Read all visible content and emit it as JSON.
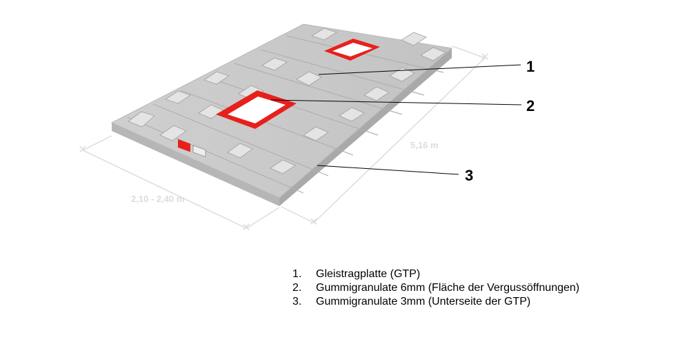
{
  "dimensions": {
    "width_label": "2,10 - 2,40 m",
    "length_label": "5,16 m"
  },
  "callouts": [
    {
      "num": "1"
    },
    {
      "num": "2"
    },
    {
      "num": "3"
    }
  ],
  "legend": [
    {
      "index": "1.",
      "text": "Gleistragplatte (GTP)"
    },
    {
      "index": "2.",
      "text": "Gummigranulate 6mm (Fläche der Vergussöffnungen)"
    },
    {
      "index": "3.",
      "text": "Gummigranulate 3mm (Unterseite der GTP)"
    }
  ],
  "colors": {
    "slab_top": "#c9c9c9",
    "slab_side": "#b4b4b4",
    "opening_fill": "#e8201c",
    "dimension_line": "#dcdcdc",
    "leader": "#000000"
  }
}
